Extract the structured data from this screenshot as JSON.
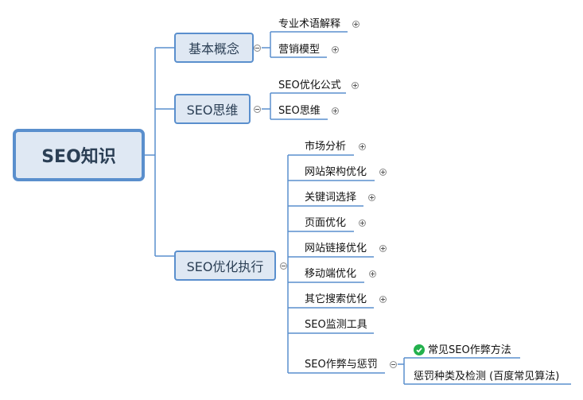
{
  "root": {
    "label": "SEO知识"
  },
  "branches": {
    "basic": {
      "label": "基本概念",
      "children": [
        "专业术语解释",
        "营销模型"
      ]
    },
    "thinking": {
      "label": "SEO思维",
      "children": [
        "SEO优化公式",
        "SEO思维"
      ]
    },
    "execution": {
      "label": "SEO优化执行",
      "children": [
        "市场分析",
        "网站架构优化",
        "关键词选择",
        "页面优化",
        "网站链接优化",
        "移动端优化",
        "其它搜索优化",
        "SEO监测工具",
        "SEO作弊与惩罚"
      ],
      "cheating": {
        "children": [
          "常见SEO作弊方法",
          "惩罚种类及检测 (百度常见算法)"
        ]
      }
    }
  },
  "colors": {
    "line": "#5a8fcd",
    "box_fill": "#dfe8f3",
    "check": "#23b14d"
  },
  "icons": {
    "expand": "plus-circle-icon",
    "collapse": "minus-circle-icon",
    "done": "check-circle-icon"
  }
}
